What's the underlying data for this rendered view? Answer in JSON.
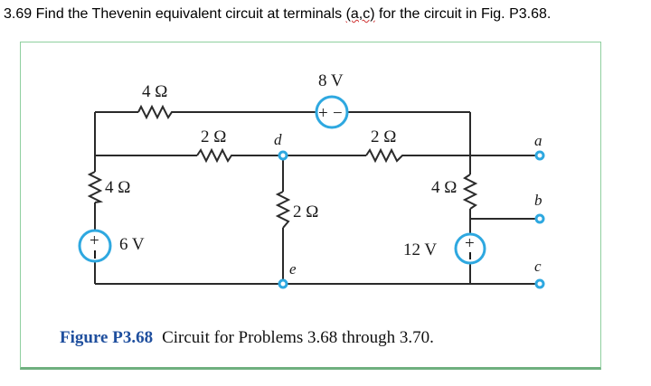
{
  "question": {
    "prefix": "3.69  Find the Thevenin equivalent circuit at terminals ",
    "terminals": "(a,c)",
    "suffix": " for the circuit in Fig. P3.68."
  },
  "circuit": {
    "r_top": "4 Ω",
    "r_left": "4 Ω",
    "r_mid_left": "2 Ω",
    "r_mid_right": "2 Ω",
    "r_center": "2 Ω",
    "r_right": "4 Ω",
    "v_top": "8 V",
    "v_left": "6 V",
    "v_right": "12 V",
    "node_d": "d",
    "node_e": "e",
    "term_a": "a",
    "term_b": "b",
    "term_c": "c",
    "plus": "+",
    "minus": "−"
  },
  "caption": {
    "label": "Figure P3.68",
    "text": "Circuit for Problems 3.68 through 3.70."
  },
  "colors": {
    "wire": "#2a2a2a",
    "accent": "#2ea8e0",
    "frame": "#8fcf9f",
    "caption_label": "#1f4f9e"
  }
}
